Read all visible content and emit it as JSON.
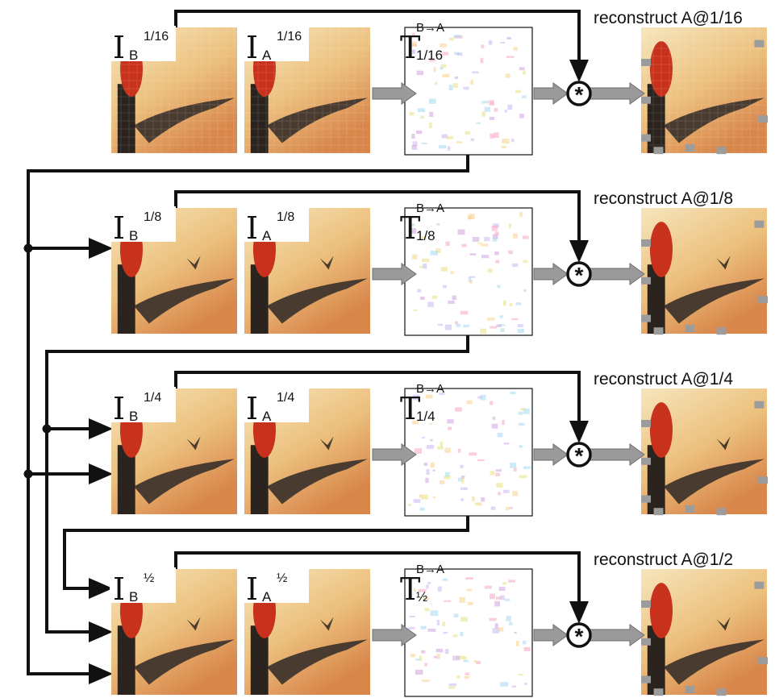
{
  "colors": {
    "line": "#111111",
    "arrow_gray": "#9a9a9a",
    "sky_light": "#f6e6bd",
    "sky_mid": "#ecc07d",
    "sky_dark": "#d8864a",
    "hair": "#c8311c",
    "body": "#2b231d",
    "wing": "#4a3b30",
    "transform_bg": "#ffffff"
  },
  "rows": [
    {
      "scale": "1/16",
      "label_b": {
        "main": "I",
        "sub": "B",
        "sup": "1/16"
      },
      "label_a": {
        "main": "I",
        "sub": "A",
        "sup": "1/16"
      },
      "transform": {
        "main": "T",
        "sub": "1/16",
        "sup": "B→A"
      },
      "operator": "*",
      "reconstruct": "reconstruct A@1/16"
    },
    {
      "scale": "1/8",
      "label_b": {
        "main": "I",
        "sub": "B",
        "sup": "1/8"
      },
      "label_a": {
        "main": "I",
        "sub": "A",
        "sup": "1/8"
      },
      "transform": {
        "main": "T",
        "sub": "1/8",
        "sup": "B→A"
      },
      "operator": "*",
      "reconstruct": "reconstruct A@1/8"
    },
    {
      "scale": "1/4",
      "label_b": {
        "main": "I",
        "sub": "B",
        "sup": "1/4"
      },
      "label_a": {
        "main": "I",
        "sub": "A",
        "sup": "1/4"
      },
      "transform": {
        "main": "T",
        "sub": "1/4",
        "sup": "B→A"
      },
      "operator": "*",
      "reconstruct": "reconstruct A@1/4"
    },
    {
      "scale": "½",
      "label_b": {
        "main": "I",
        "sub": "B",
        "sup": "½"
      },
      "label_a": {
        "main": "I",
        "sub": "A",
        "sup": "½"
      },
      "transform": {
        "main": "T",
        "sub": "½",
        "sup": "B→A"
      },
      "operator": "*",
      "reconstruct": "reconstruct A@1/2"
    }
  ]
}
